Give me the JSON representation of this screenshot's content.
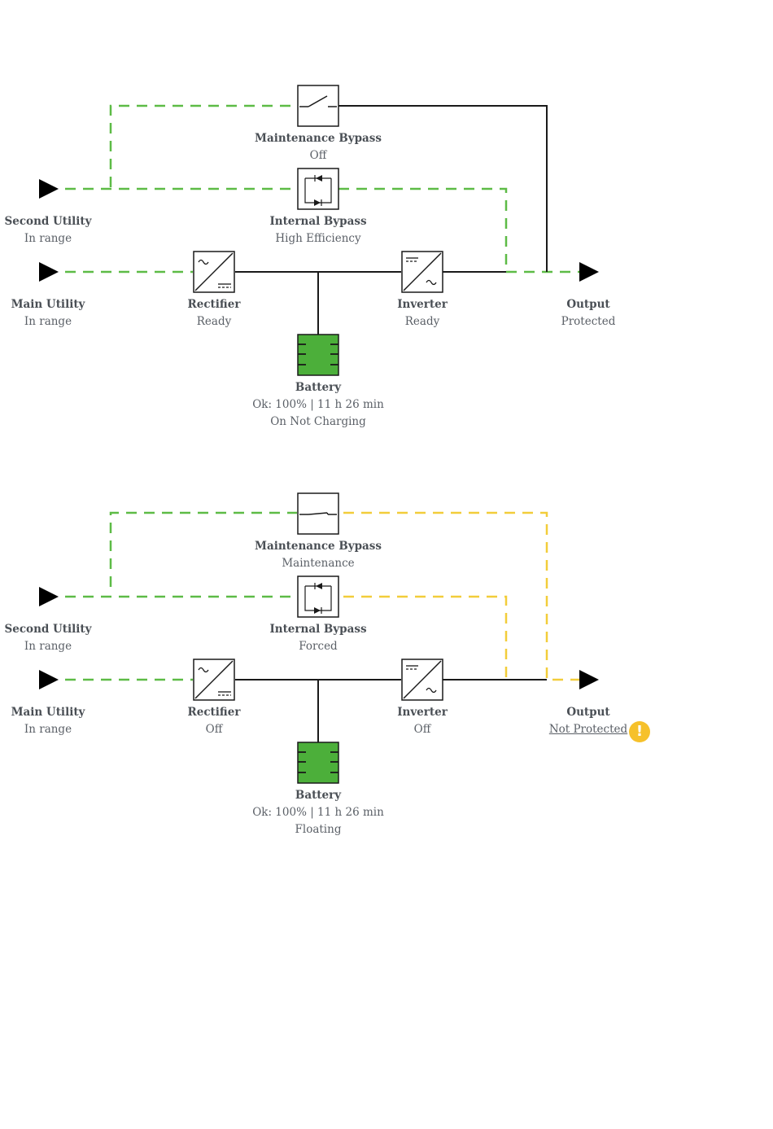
{
  "colors": {
    "energized": "#5dbb46",
    "warning": "#f2cd3a",
    "wire": "#1a1a1a",
    "battery_fill": "#4caf3a",
    "alert_icon": "#f6c12b"
  },
  "diagrams": [
    {
      "second_utility": {
        "title": "Second Utility",
        "status": "In range"
      },
      "main_utility": {
        "title": "Main Utility",
        "status": "In range"
      },
      "maintenance_bypass": {
        "title": "Maintenance Bypass",
        "status": "Off",
        "switch": "open"
      },
      "internal_bypass": {
        "title": "Internal Bypass",
        "status": "High Efficiency"
      },
      "rectifier": {
        "title": "Rectifier",
        "status": "Ready"
      },
      "inverter": {
        "title": "Inverter",
        "status": "Ready"
      },
      "battery": {
        "title": "Battery",
        "status": "Ok: 100% | 11 h 26 min",
        "status2": "On Not Charging"
      },
      "output": {
        "title": "Output",
        "status": "Protected",
        "alert": false
      }
    },
    {
      "second_utility": {
        "title": "Second Utility",
        "status": "In range"
      },
      "main_utility": {
        "title": "Main Utility",
        "status": "In range"
      },
      "maintenance_bypass": {
        "title": "Maintenance Bypass",
        "status": "Maintenance",
        "switch": "closed"
      },
      "internal_bypass": {
        "title": "Internal Bypass",
        "status": "Forced"
      },
      "rectifier": {
        "title": "Rectifier",
        "status": "Off"
      },
      "inverter": {
        "title": "Inverter",
        "status": "Off"
      },
      "battery": {
        "title": "Battery",
        "status": "Ok: 100% | 11 h 26 min",
        "status2": "Floating"
      },
      "output": {
        "title": "Output",
        "status": "Not Protected",
        "alert": true,
        "alert_icon": "exclamation-icon",
        "alert_glyph": "!"
      }
    }
  ]
}
